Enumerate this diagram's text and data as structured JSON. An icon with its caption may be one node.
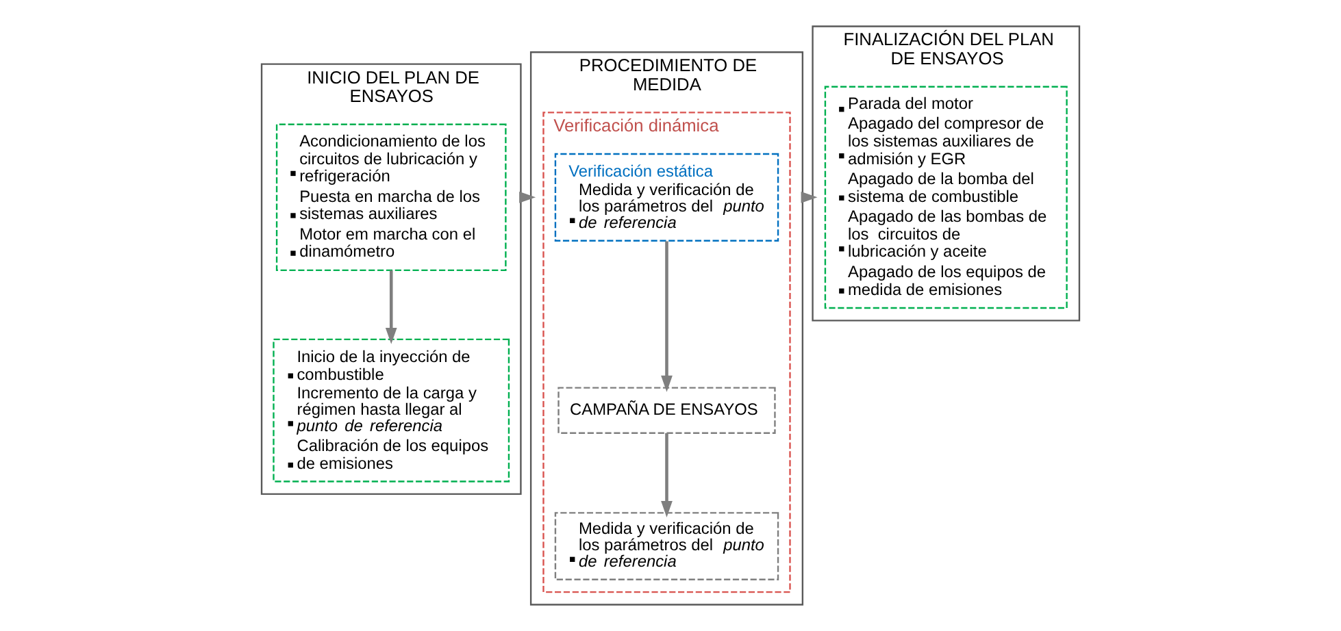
{
  "diagram": {
    "nodes": [
      {
        "text": [
          "INICIO DEL PLAN DE ENSAYOS"
        ]
      },
      {
        "text": [
          "Acondicionamiento de los circuitos de lubricación y refrigeración",
          "Puesta en marcha de los sistemas auxiliares",
          "Motor em marcha con el dinamómetro"
        ],
        "in": 0
      },
      {
        "text": [
          "Inicio de la inyección de combustible",
          "Incremento de la carga y régimen hasta llegar al *punto de referencia*",
          "Calibración de los equipos de emisiones"
        ],
        "in": 0
      },
      {
        "text": [
          "PROCEDIMIENTO DE MEDIDA"
        ]
      },
      {
        "text": [
          "Verificación dinámica"
        ],
        "in": 3
      },
      {
        "text": [
          "Verificación estática",
          "Medida y verificación de los parámetros del *punto de referencia*"
        ],
        "in": 4
      },
      {
        "text": [
          "CAMPAÑA DE ENSAYOS"
        ],
        "in": 4
      },
      {
        "text": [
          "Medida y verificación de los parámetros del *punto de referencia*"
        ],
        "in": 4
      },
      {
        "text": [
          "FINALIZACIÓN DEL PLAN DE ENSAYOS"
        ]
      },
      {
        "text": [
          "Parada del motor",
          "Apagado del compresor de los sistemas auxiliares de admisión y EGR",
          "Apagado de la bomba del sistema de combustible",
          "Apagado de las bombas de los  circuitos de lubricación y aceite",
          "Apagado de los equipos de medida de emisiones"
        ],
        "in": 8
      }
    ],
    "edges": [
      {
        "from": 1,
        "to": 2,
        "arrow": "to"
      },
      {
        "from": 0,
        "to": 3,
        "arrow": "to"
      },
      {
        "from": 5,
        "to": 6,
        "arrow": "to"
      },
      {
        "from": 6,
        "to": 7,
        "arrow": "to"
      },
      {
        "from": 3,
        "to": 8,
        "arrow": "to"
      }
    ]
  }
}
